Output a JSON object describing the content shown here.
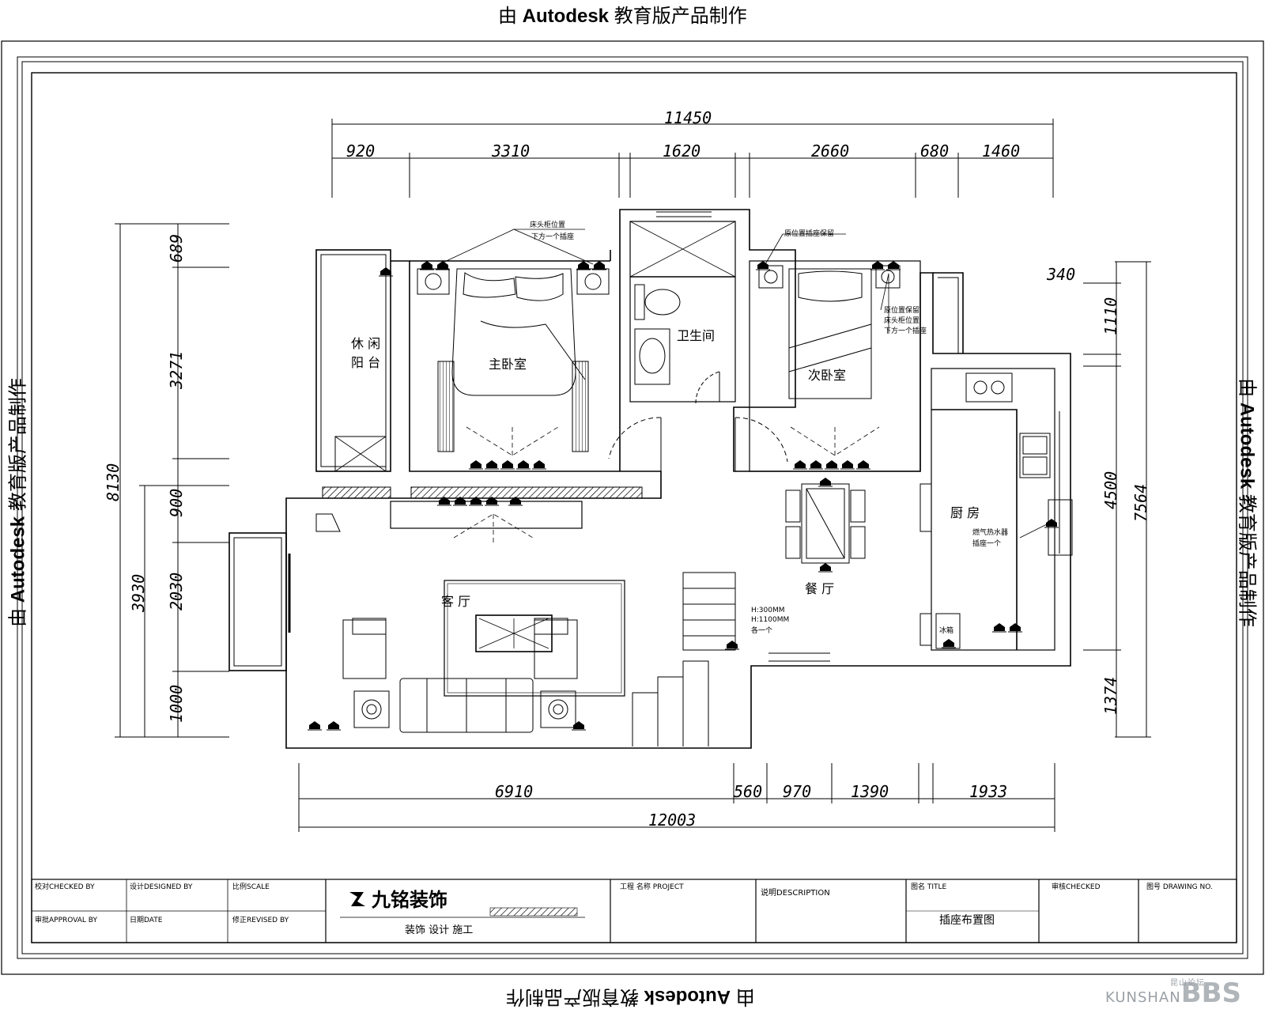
{
  "watermark": {
    "prefix": "由",
    "brand": "Autodesk",
    "suffix": "教育版产品制作"
  },
  "dimensions": {
    "top_total": "11450",
    "top_segments": [
      "920",
      "3310",
      "1620",
      "2660",
      "680",
      "1460"
    ],
    "bottom_segments": [
      "6910",
      "560",
      "970",
      "1390",
      "1933"
    ],
    "bottom_total": "12003",
    "left_total": "8130",
    "left_upper": [
      "689",
      "3271"
    ],
    "left_lower_total": "3930",
    "left_lower": [
      "900",
      "2030",
      "1000"
    ],
    "right_total": "7564",
    "right_segments": [
      "340",
      "1110",
      "4500",
      "1374"
    ]
  },
  "rooms": {
    "balcony_line1": "休 闲",
    "balcony_line2": "阳 台",
    "master_bedroom": "主卧室",
    "bathroom": "卫生间",
    "second_bedroom": "次卧室",
    "living_room": "客 厅",
    "dining_room": "餐 厅",
    "kitchen": "厨 房"
  },
  "annotations": {
    "master_bed_note_1": "床头柜位置",
    "master_bed_note_2": "下方一个插座",
    "second_bed_note_top": "原位置插座保留",
    "second_bed_note_a": "原位置保留",
    "second_bed_note_b": "床头柜位置",
    "second_bed_note_c": "下方一个插座",
    "kitchen_note_1": "燃气热水器",
    "kitchen_note_2": "插座一个",
    "stair_h1": "H:300MM",
    "stair_h2": "H:1100MM",
    "stair_each": "各一个",
    "fridge": "冰箱"
  },
  "title_block": {
    "checked": "校对CHECKED BY",
    "designed": "设计DESIGNED BY",
    "scale": "比例SCALE",
    "approved": "审批APPROVAL BY",
    "date": "日期DATE",
    "revision": "修正REVISED BY",
    "company": "九铭装饰",
    "company_sub": "装饰  设计  施工",
    "project": "工程 名称 PROJECT",
    "description": "说明DESCRIPTION",
    "title_label": "图名 TITLE",
    "drawing_title": "插座布置图",
    "checked2": "审核CHECKED",
    "drawing_no": "图号 DRAWING NO."
  },
  "logo": {
    "city": "KUNSHAN",
    "forum": "昆山论坛",
    "brand": "BBS"
  }
}
